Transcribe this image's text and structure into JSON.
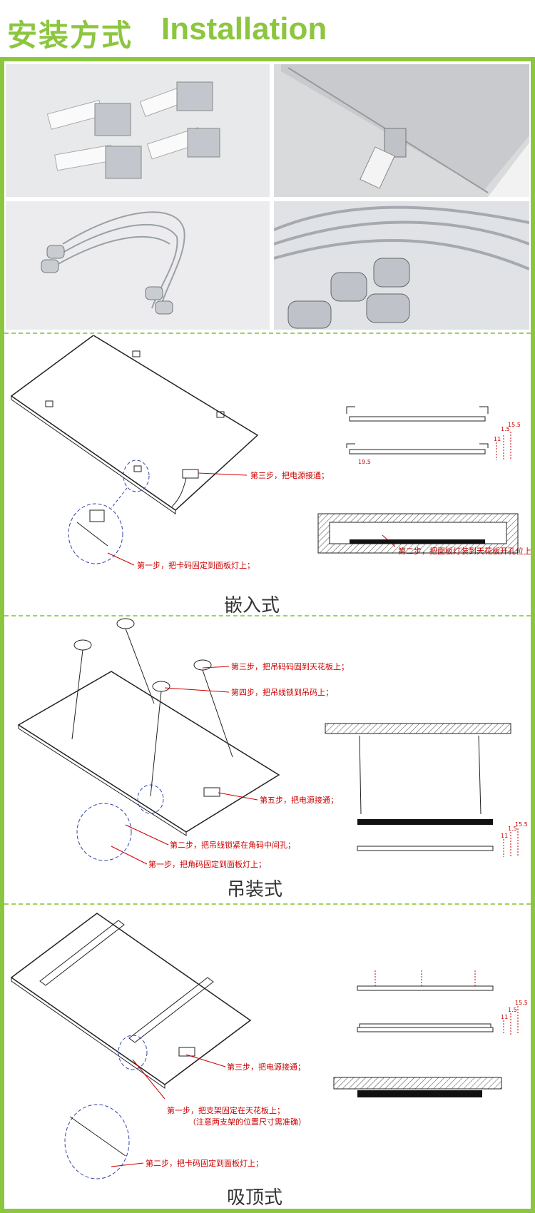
{
  "header": {
    "title_cn": "安装方式",
    "title_en": "Installation"
  },
  "sections": {
    "recessed": {
      "caption": "嵌入式",
      "notes": {
        "step1": "第一步，把卡码固定到面板灯上；",
        "step2": "第二步，把面板灯装到天花板开孔位上；",
        "step3": "第三步，把电源接通；"
      },
      "dims": {
        "a": "19.5",
        "b": "11",
        "c": "1.5",
        "d": "15.5"
      }
    },
    "suspended": {
      "caption": "吊装式",
      "notes": {
        "step1": "第一步，把角码固定到面板灯上；",
        "step2": "第二步，把吊线锁紧在角码中间孔；",
        "step3": "第三步，把吊码码固到天花板上；",
        "step4": "第四步，把吊线锁到吊码上；",
        "step5": "第五步，把电源接通；"
      },
      "dims": {
        "b": "11",
        "c": "1.5",
        "d": "15.5"
      }
    },
    "surface": {
      "caption": "吸顶式",
      "notes": {
        "step1": "第一步，把支架固定在天花板上；",
        "step1b": "（注意两支架的位置尺寸需准确）",
        "step2": "第二步，把卡码固定到面板灯上；",
        "step3": "第三步，把电源接通；"
      },
      "dims": {
        "b": "11",
        "c": "1.5",
        "d": "15.5"
      }
    }
  },
  "colors": {
    "accent": "#8cc63f",
    "note_red": "#cc0000",
    "blue_circle": "#3344aa"
  }
}
